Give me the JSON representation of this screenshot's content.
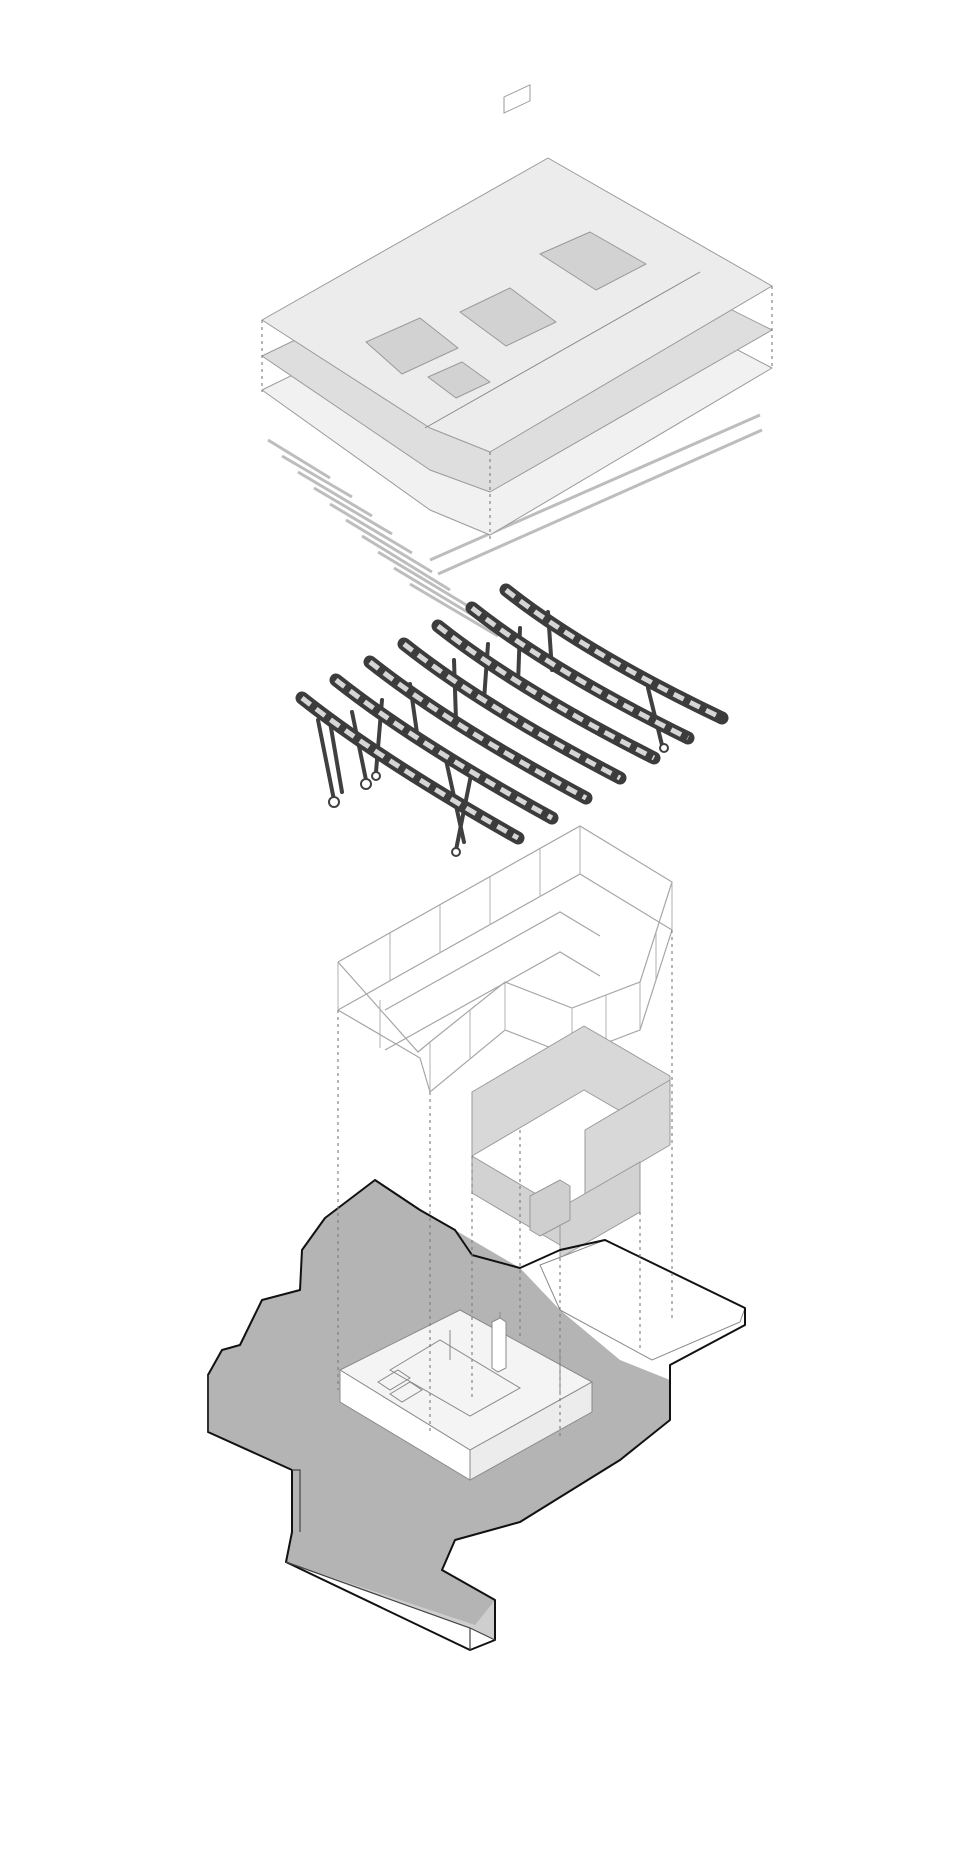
{
  "colors": {
    "background": "#ffffff",
    "roof_top": "#ececec",
    "roof_mid": "#dedede",
    "roof_low": "#efefef",
    "skylight": "#d2d2d2",
    "truss": "#3c3c3c",
    "wall_panel": "#d8d8d8",
    "terrain_top": "#b4b4b4",
    "terrain_side": "#cecece",
    "outline": "#111111"
  },
  "layers": [
    {
      "name": "roof-assembly"
    },
    {
      "name": "steel-trusses"
    },
    {
      "name": "upper-partition-walls"
    },
    {
      "name": "panel-enclosure"
    },
    {
      "name": "terrain-and-ground-floor"
    }
  ]
}
